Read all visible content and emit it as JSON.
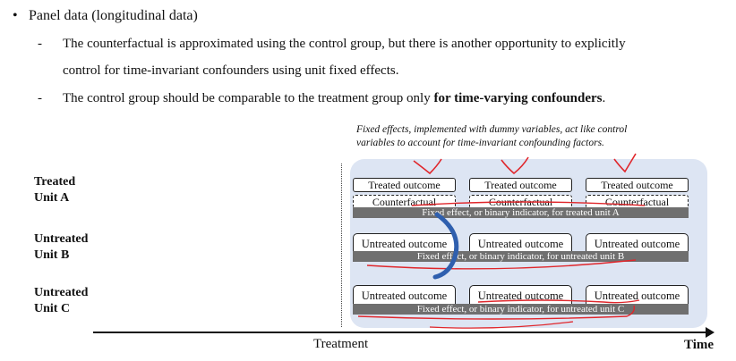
{
  "bullet": {
    "marker": "•",
    "text": "Panel data (longitudinal data)"
  },
  "subpoints": {
    "dash": "-",
    "p1_line1": "The counterfactual is approximated using the control group, but there is another opportunity to explicitly",
    "p1_line2": "control for time-invariant confounders using unit fixed effects.",
    "p2_prefix": "The control group should be comparable to the treatment group only ",
    "p2_bold": "for time-varying confounders",
    "p2_suffix": "."
  },
  "caption": {
    "line1": "Fixed effects, implemented with dummy variables, act like control",
    "line2": "variables to account for time-invariant confounding factors."
  },
  "rows": {
    "a": {
      "line1": "Treated",
      "line2": "Unit A"
    },
    "b": {
      "line1": "Untreated",
      "line2": "Unit B"
    },
    "c": {
      "line1": "Untreated",
      "line2": "Unit C"
    }
  },
  "boxes": {
    "treated_outcome": "Treated outcome",
    "counterfactual": "Counterfactual",
    "untreated_outcome": "Untreated outcome"
  },
  "strips": {
    "a": "Fixed effect, or binary indicator, for treated unit A",
    "b": "Fixed effect, or binary indicator, for untreated unit B",
    "c": "Fixed effect, or binary indicator, for untreated unit C"
  },
  "axis": {
    "treatment": "Treatment",
    "time": "Time"
  },
  "colors": {
    "panel": "#dde5f3",
    "strip": "#6f6f6f",
    "annotation_red": "#e0262b",
    "annotation_blue": "#2f5fae"
  }
}
